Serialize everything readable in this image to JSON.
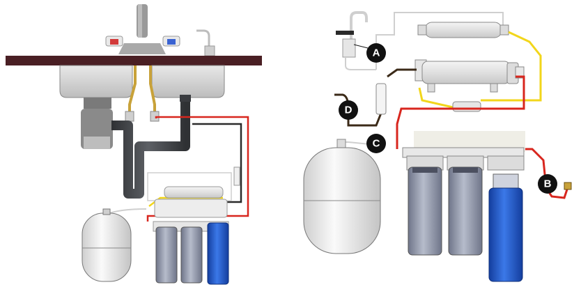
{
  "diagram": {
    "callouts": [
      {
        "id": "A",
        "label": "A"
      },
      {
        "id": "B",
        "label": "B"
      },
      {
        "id": "C",
        "label": "C"
      },
      {
        "id": "D",
        "label": "D"
      }
    ]
  },
  "colors": {
    "background": "#ffffff",
    "counter": "#4a1f24",
    "tube_red": "#d8261e",
    "tube_yellow": "#f2d61b",
    "tube_black": "#2a2a2a",
    "tube_brown": "#3b2a18",
    "drain_pipe": "#4a4c50",
    "sink_steel": "#dcdcdc",
    "filter_housing_gray": "#8f96a8",
    "filter_housing_blue": "#1f55c9",
    "tank_white": "#f2f2f2",
    "callout_fill": "#111111",
    "callout_text": "#ffffff"
  },
  "icons": [
    "faucet-icon",
    "sink-icon",
    "garbage-disposal-icon",
    "storage-tank-icon",
    "filter-housing-icon",
    "ro-membrane-icon",
    "post-filter-icon",
    "flow-restrictor-icon",
    "feed-valve-icon"
  ]
}
